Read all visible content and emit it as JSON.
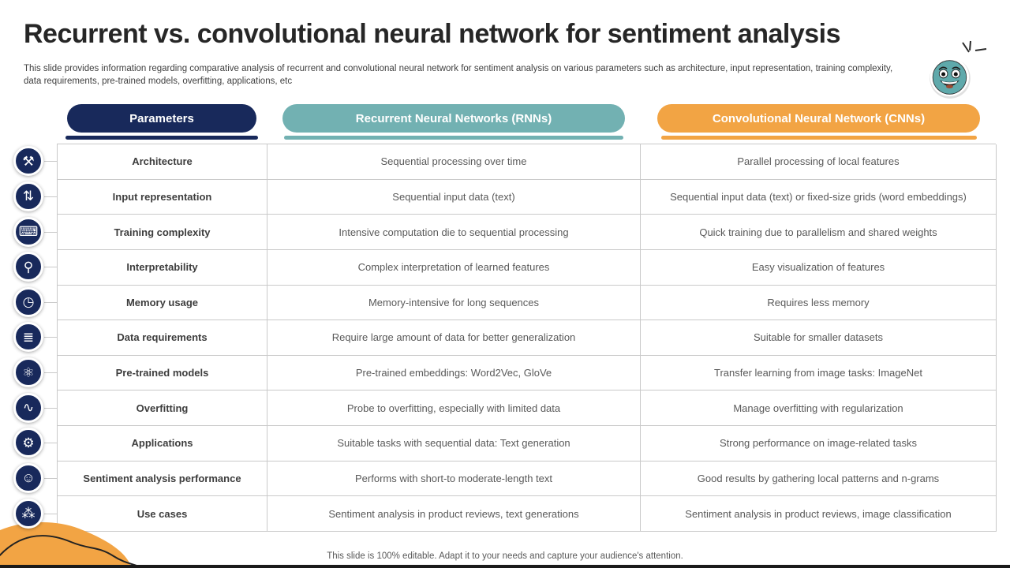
{
  "title": "Recurrent vs. convolutional neural network for sentiment analysis",
  "subtitle": "This slide provides information regarding comparative analysis of recurrent and convolutional neural network for sentiment analysis on various parameters such as architecture, input representation, training complexity, data requirements, pre-trained models, overfitting, applications, etc",
  "header": {
    "parameters": "Parameters",
    "rnn": "Recurrent Neural Networks  (RNNs)",
    "cnn": "Convolutional Neural Network (CNNs)"
  },
  "colors": {
    "navy": "#18295b",
    "teal": "#72b1b2",
    "orange": "#f2a444",
    "border": "#c9c9c9",
    "body_text": "#595959"
  },
  "icons": {
    "smiley": "smiley-face-icon",
    "emphasis": "emphasis-lines-icon",
    "corner_blob": "corner-blob-decoration"
  },
  "table": {
    "rows": [
      {
        "icon": "machine-icon",
        "glyph": "⚒",
        "parameter": "Architecture",
        "rnn": "Sequential processing over time",
        "cnn": "Parallel processing of local features"
      },
      {
        "icon": "arrows-updown-icon",
        "glyph": "⇅",
        "parameter": "Input representation",
        "rnn": "Sequential input data (text)",
        "cnn": "Sequential input data (text) or fixed-size grids (word embeddings)"
      },
      {
        "icon": "workstation-icon",
        "glyph": "⌨",
        "parameter": "Training complexity",
        "rnn": "Intensive computation die to sequential processing",
        "cnn": "Quick training due to parallelism and shared weights"
      },
      {
        "icon": "magnifier-icon",
        "glyph": "⚲",
        "parameter": "Interpretability",
        "rnn": "Complex interpretation of learned features",
        "cnn": "Easy visualization of features"
      },
      {
        "icon": "clock-head-icon",
        "glyph": "◷",
        "parameter": "Memory usage",
        "rnn": "Memory-intensive for long sequences",
        "cnn": "Requires less memory"
      },
      {
        "icon": "document-icon",
        "glyph": "≣",
        "parameter": "Data requirements",
        "rnn": "Require large amount of data for better generalization",
        "cnn": "Suitable for smaller datasets"
      },
      {
        "icon": "brain-data-icon",
        "glyph": "⚛",
        "parameter": "Pre-trained models",
        "rnn": "Pre-trained embeddings: Word2Vec, GloVe",
        "cnn": "Transfer learning from image tasks: ImageNet"
      },
      {
        "icon": "line-chart-icon",
        "glyph": "∿",
        "parameter": "Overfitting",
        "rnn": "Probe to overfitting, especially with limited data",
        "cnn": "Manage overfitting with regularization"
      },
      {
        "icon": "settings-icon",
        "glyph": "⚙",
        "parameter": "Applications",
        "rnn": "Suitable tasks with sequential data: Text generation",
        "cnn": "Strong performance on image-related tasks"
      },
      {
        "icon": "smiley-person-icon",
        "glyph": "☺",
        "parameter": "Sentiment analysis performance",
        "rnn": "Performs with short-to moderate-length text",
        "cnn": "Good results by gathering local patterns and n-grams"
      },
      {
        "icon": "network-icon",
        "glyph": "⁂",
        "parameter": "Use cases",
        "rnn": "Sentiment analysis in product reviews, text generations",
        "cnn": "Sentiment analysis in product reviews, image classification"
      }
    ]
  },
  "footer": "This slide is 100% editable. Adapt it to your needs and capture your audience's attention."
}
